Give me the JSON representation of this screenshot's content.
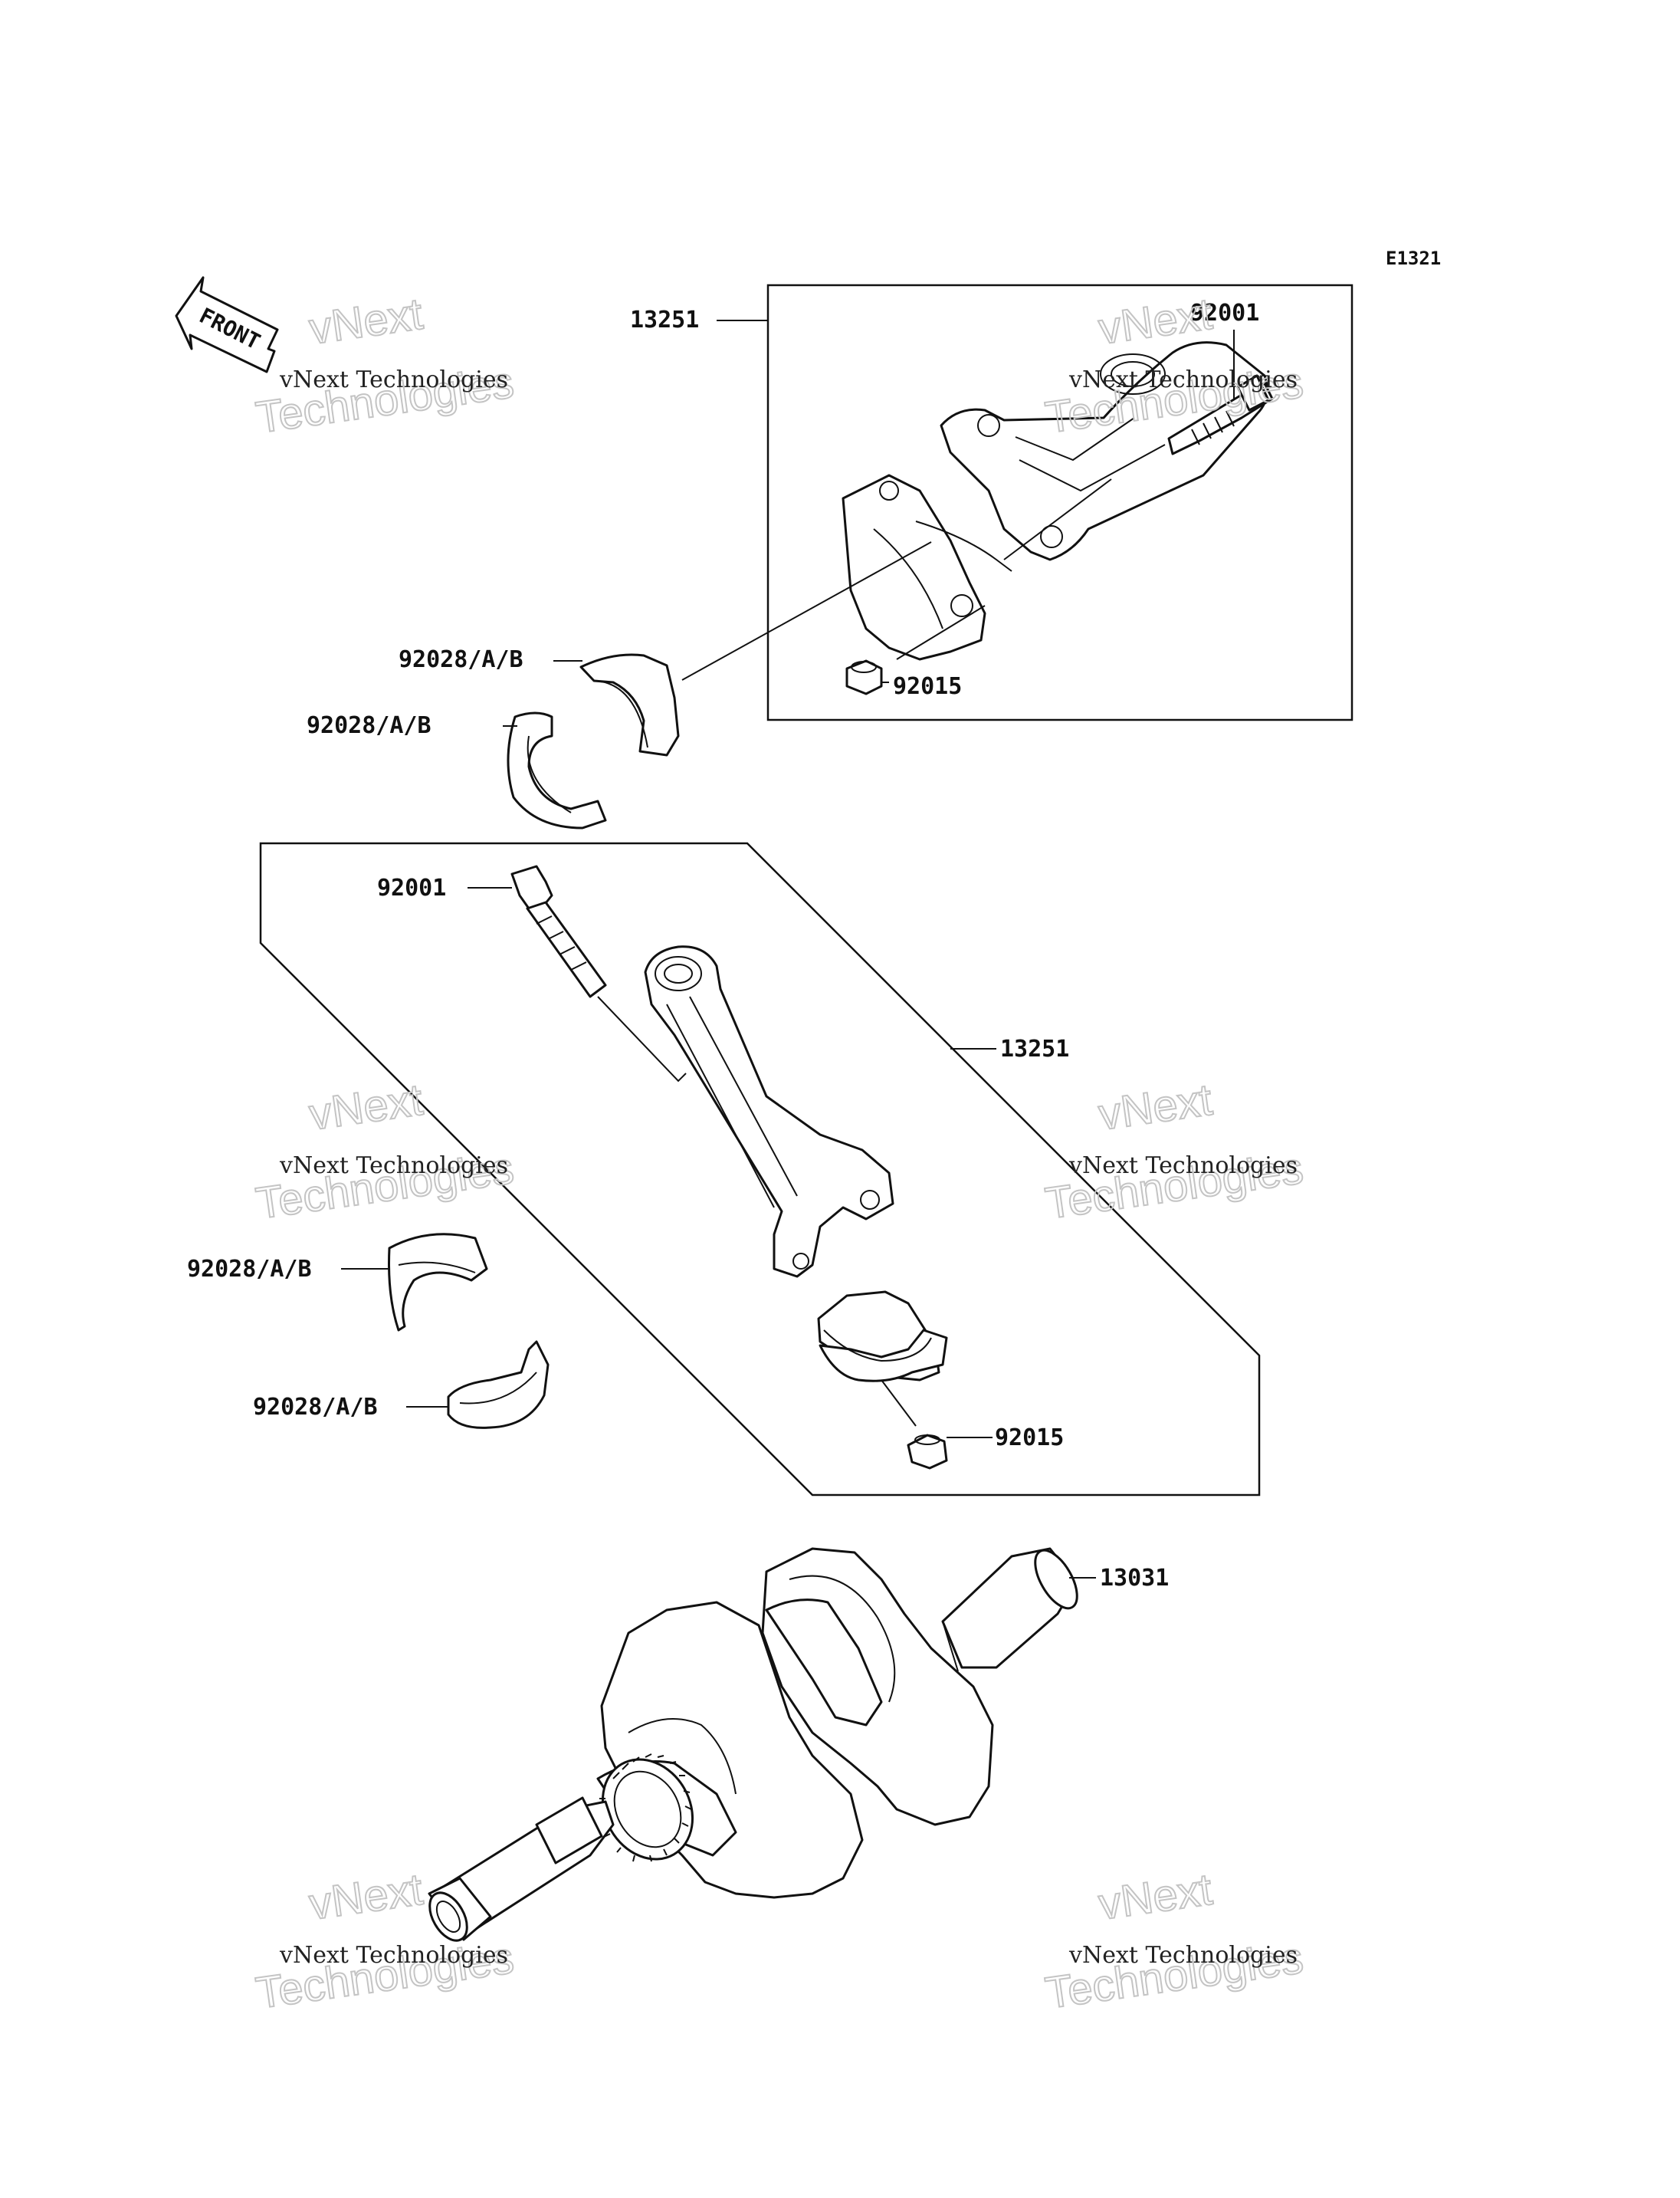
{
  "diagram_code": "E1321",
  "front_label": "FRONT",
  "watermark": {
    "line1": "vNext Technologies",
    "line2": "Technologies",
    "ghost": "vNext"
  },
  "labels": {
    "upper_rod": "13251",
    "upper_bolt": "92001",
    "upper_nut": "92015",
    "upper_bearing_a": "92028/A/B",
    "upper_bearing_b": "92028/A/B",
    "lower_bolt": "92001",
    "lower_rod": "13251",
    "lower_bearing_a": "92028/A/B",
    "lower_bearing_b": "92028/A/B",
    "lower_nut": "92015",
    "crankshaft": "13031"
  }
}
